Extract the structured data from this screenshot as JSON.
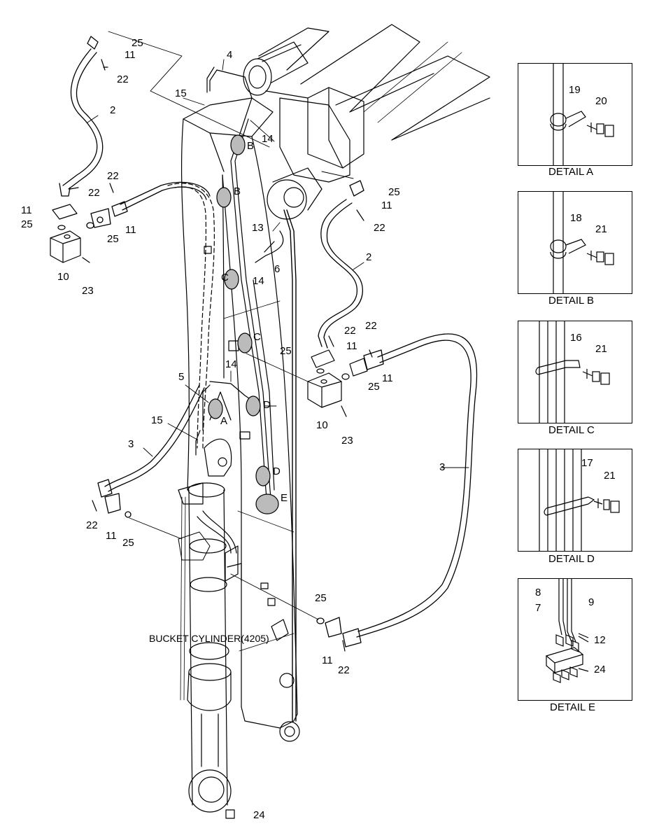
{
  "parts": [
    {
      "num": "25"
    },
    {
      "num": "11"
    },
    {
      "num": "22"
    },
    {
      "num": "2"
    },
    {
      "num": "4"
    },
    {
      "num": "15"
    },
    {
      "num": "14"
    },
    {
      "num": "B"
    },
    {
      "num": "B"
    },
    {
      "num": "22"
    },
    {
      "num": "22"
    },
    {
      "num": "11"
    },
    {
      "num": "25"
    },
    {
      "num": "11"
    },
    {
      "num": "25"
    },
    {
      "num": "10"
    },
    {
      "num": "23"
    },
    {
      "num": "25"
    },
    {
      "num": "11"
    },
    {
      "num": "13"
    },
    {
      "num": "22"
    },
    {
      "num": "6"
    },
    {
      "num": "14"
    },
    {
      "num": "C"
    },
    {
      "num": "2"
    },
    {
      "num": "C"
    },
    {
      "num": "22"
    },
    {
      "num": "22"
    },
    {
      "num": "25"
    },
    {
      "num": "11"
    },
    {
      "num": "25"
    },
    {
      "num": "11"
    },
    {
      "num": "10"
    },
    {
      "num": "23"
    },
    {
      "num": "14"
    },
    {
      "num": "5"
    },
    {
      "num": "A"
    },
    {
      "num": "D"
    },
    {
      "num": "15"
    },
    {
      "num": "3"
    },
    {
      "num": "3"
    },
    {
      "num": "D"
    },
    {
      "num": "E"
    },
    {
      "num": "22"
    },
    {
      "num": "11"
    },
    {
      "num": "25"
    },
    {
      "num": "25"
    },
    {
      "num": "11"
    },
    {
      "num": "22"
    },
    {
      "num": "24"
    }
  ],
  "cylinder_label": "BUCKET CYLINDER(4205)",
  "details": [
    {
      "caption": "DETAIL A",
      "clamp": "19",
      "bolt": "20"
    },
    {
      "caption": "DETAIL B",
      "clamp": "18",
      "bolt": "21"
    },
    {
      "caption": "DETAIL C",
      "clamp": "16",
      "bolt": "21"
    },
    {
      "caption": "DETAIL D",
      "clamp": "17",
      "bolt": "21"
    },
    {
      "caption": "DETAIL E",
      "p1": "8",
      "p2": "7",
      "p3": "9",
      "p4": "12",
      "p5": "24"
    }
  ]
}
